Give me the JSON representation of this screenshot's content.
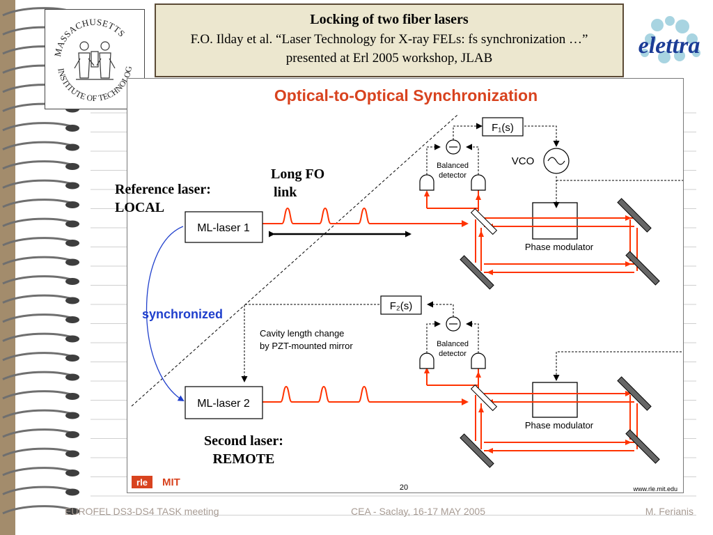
{
  "header": {
    "title": "Locking of two fiber lasers",
    "citation": "F.O. Ilday et al. “Laser Technology for X-ray FELs: fs synchronization …” presented at Erl 2005 workshop, JLAB"
  },
  "logos": {
    "left_seal_text": "MASSACHUSETTS INSTITUTE OF TECHNOLOGY",
    "right_logo_text": "elettra"
  },
  "slide": {
    "title": "Optical-to-Optical Synchronization",
    "boxes": {
      "laser1": "ML-laser 1",
      "laser2": "ML-laser 2",
      "phase_mod1": "Phase modulator",
      "phase_mod2": "Phase modulator",
      "filter1": "F₁(s)",
      "filter2": "F₂(s)"
    },
    "labels": {
      "vco": "VCO",
      "balanced_detector_1": [
        "Balanced",
        "detector"
      ],
      "balanced_detector_2": [
        "Balanced",
        "detector"
      ],
      "synchronized": "synchronized",
      "cavity_note": [
        "Cavity length change",
        "by PZT-mounted mirror"
      ],
      "page_number": "20",
      "url": "www.rle.mit.edu",
      "rle_logo": "rle",
      "mit_logo": "MIT"
    }
  },
  "annotations": {
    "reference": [
      "Reference laser:",
      "LOCAL"
    ],
    "long_fo": [
      "Long FO",
      "link"
    ],
    "second": [
      "Second laser:",
      "REMOTE"
    ]
  },
  "footer": {
    "left": "EUROFEL DS3-DS4 TASK meeting",
    "center": "CEA - Saclay, 16-17 MAY 2005",
    "right": "M. Ferianis"
  },
  "colors": {
    "beam": "#ff3300",
    "synchronized_text": "#1f3fcc",
    "title_red": "#d8431f",
    "box_fill": "#ece7cf"
  }
}
